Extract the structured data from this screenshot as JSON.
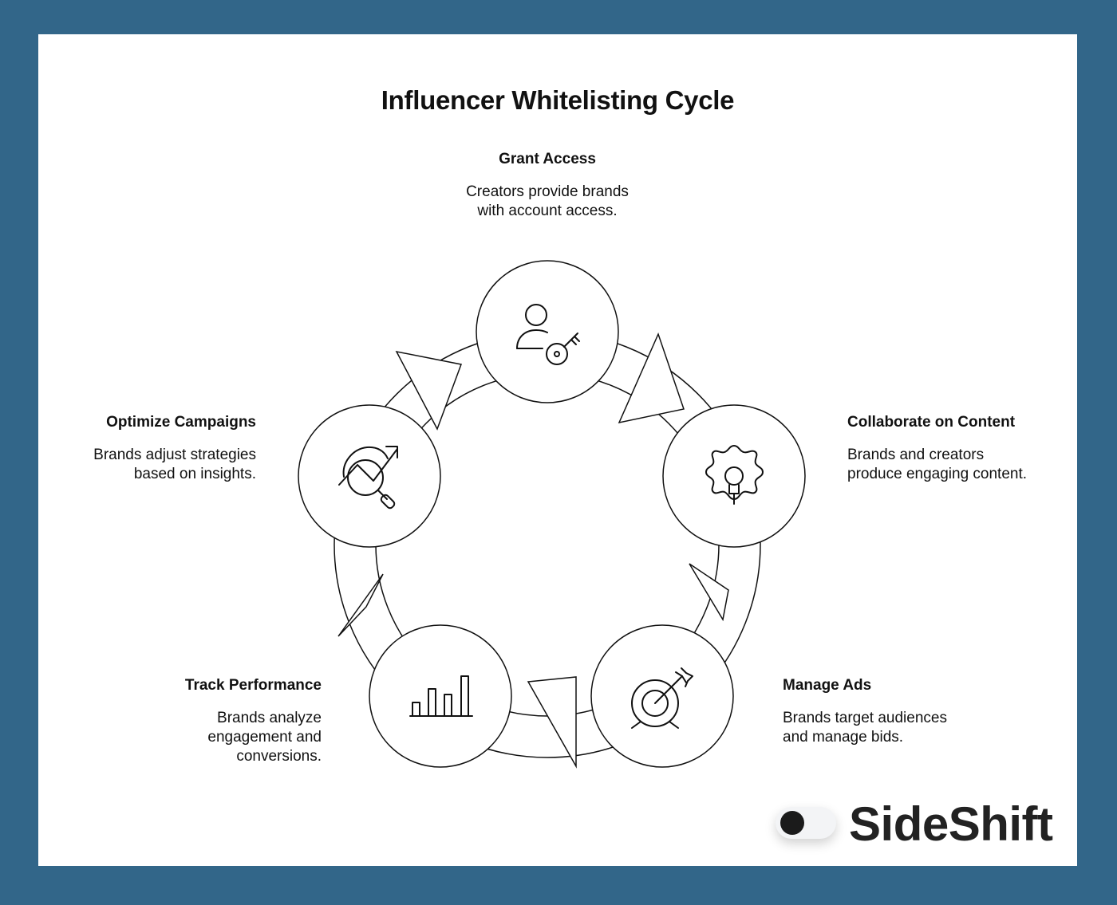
{
  "title": "Influencer Whitelisting Cycle",
  "steps": [
    {
      "title": "Grant Access",
      "description_lines": [
        "Creators provide brands",
        "with account access."
      ],
      "icon": "user-key-icon"
    },
    {
      "title": "Collaborate on Content",
      "description_lines": [
        "Brands and creators",
        "produce engaging content."
      ],
      "icon": "gear-lightbulb-icon"
    },
    {
      "title": "Manage Ads",
      "description_lines": [
        "Brands target audiences",
        "and manage bids."
      ],
      "icon": "target-arrow-icon"
    },
    {
      "title": "Track Performance",
      "description_lines": [
        "Brands analyze",
        "engagement and",
        "conversions."
      ],
      "icon": "bar-chart-icon"
    },
    {
      "title": "Optimize Campaigns",
      "description_lines": [
        "Brands adjust strategies",
        "based on insights."
      ],
      "icon": "trend-magnifier-icon"
    }
  ],
  "brand": {
    "name": "SideShift"
  },
  "colors": {
    "frame": "#326689",
    "card": "#ffffff",
    "ink": "#111111"
  }
}
